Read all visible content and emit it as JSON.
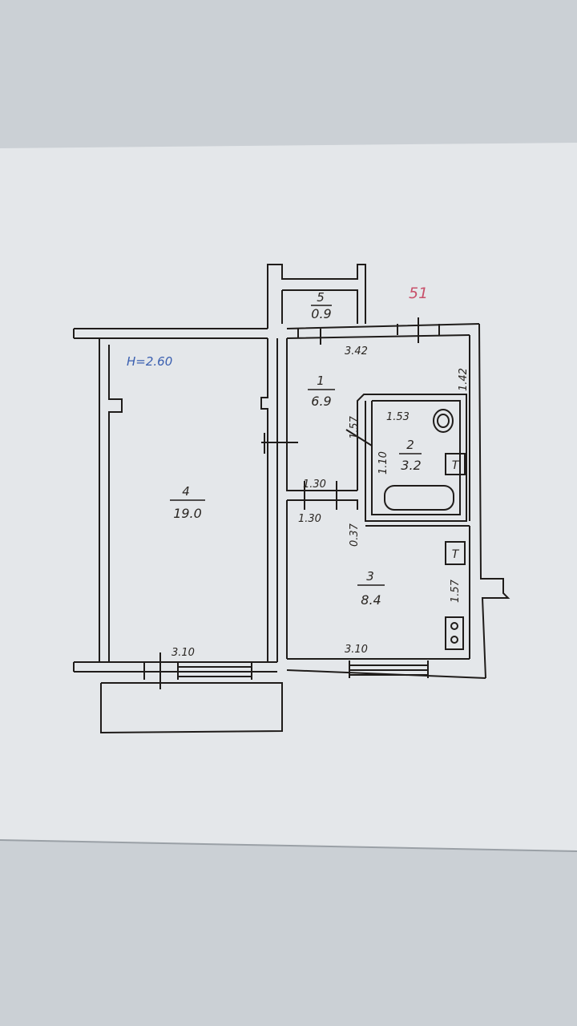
{
  "sheet_number": "51",
  "ceiling_height": "H=2.60",
  "rooms": [
    {
      "id": "1",
      "number": "1",
      "area": "6.9"
    },
    {
      "id": "2",
      "number": "2",
      "area": "3.2"
    },
    {
      "id": "3",
      "number": "3",
      "area": "8.4"
    },
    {
      "id": "4",
      "number": "4",
      "area": "19.0"
    },
    {
      "id": "5",
      "number": "5",
      "area": "0.9"
    }
  ],
  "dimensions": {
    "hall_top": "3.42",
    "hall_right": "1.42",
    "bath_top": "1.53",
    "bath_side_upper": "1.57",
    "bath_side_lower": "1.10",
    "hall_bottom": "1.30",
    "kitchen_top": "1.30",
    "kitchen_side": "0.37",
    "kitchen_right": "1.57",
    "room4_bottom": "3.10",
    "kitchen_bottom": "3.10"
  },
  "fixture_marks": {
    "heater_bath": "T",
    "heater_kitchen": "T"
  }
}
